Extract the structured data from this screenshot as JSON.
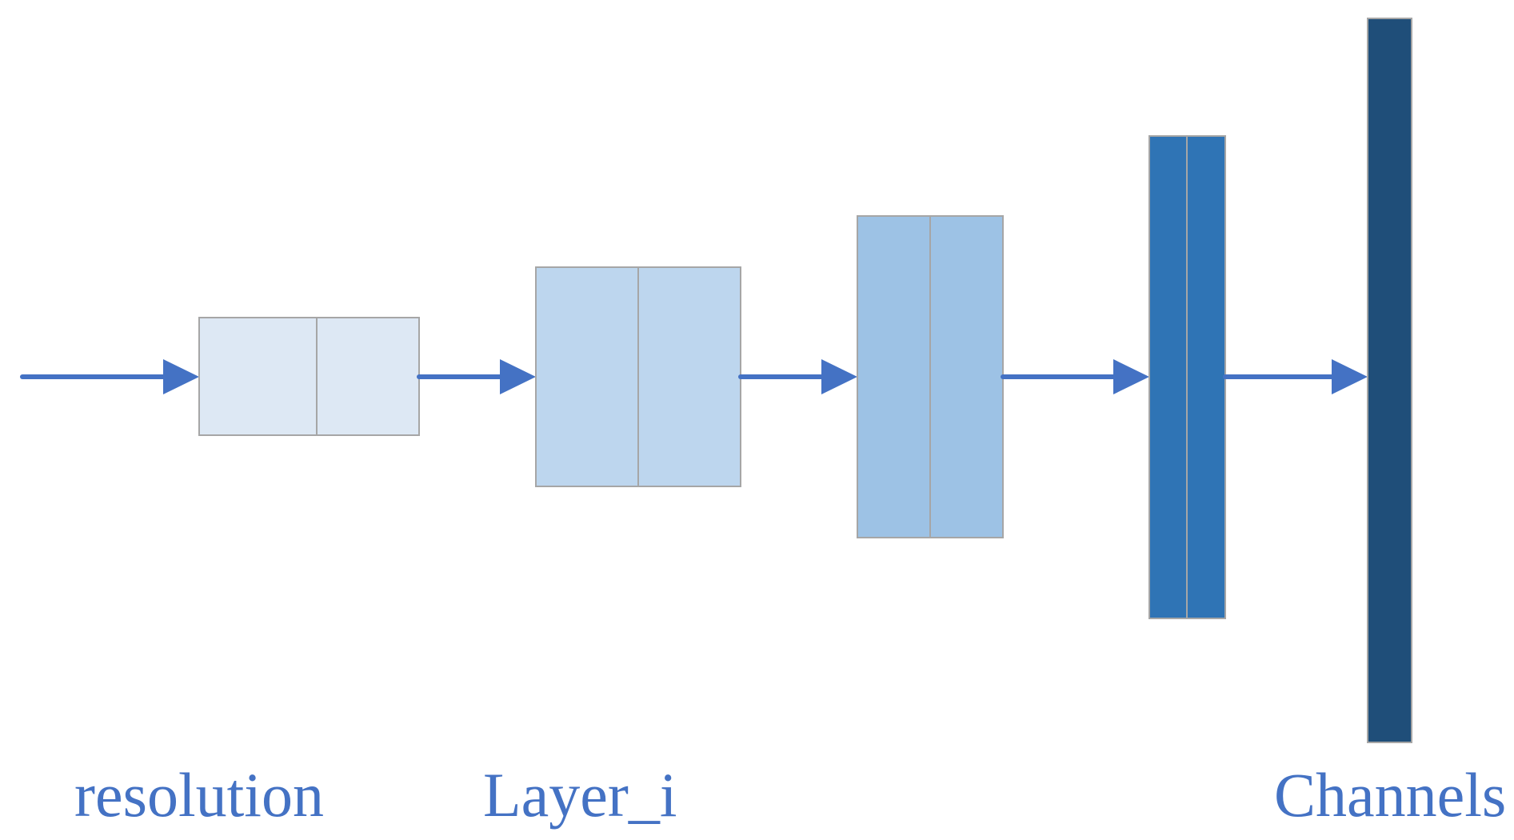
{
  "labels": {
    "resolution": "resolution",
    "layer": "Layer_i",
    "channels": "Channels"
  },
  "colors": {
    "arrow": "#4472c4",
    "text": "#4472c4",
    "border": "#a6a6a6",
    "stage_1": "#dde8f4",
    "stage_2": "#bdd6ee",
    "stage_3": "#9dc2e5",
    "stage_4": "#2f74b5",
    "stage_5": "#1f4e79"
  },
  "stages": [
    {
      "name": "stage-1",
      "color_key": "stage_1",
      "split": true
    },
    {
      "name": "stage-2",
      "color_key": "stage_2",
      "split": true
    },
    {
      "name": "stage-3",
      "color_key": "stage_3",
      "split": true
    },
    {
      "name": "stage-4",
      "color_key": "stage_4",
      "split": true
    },
    {
      "name": "stage-5",
      "color_key": "stage_5",
      "split": false
    }
  ]
}
